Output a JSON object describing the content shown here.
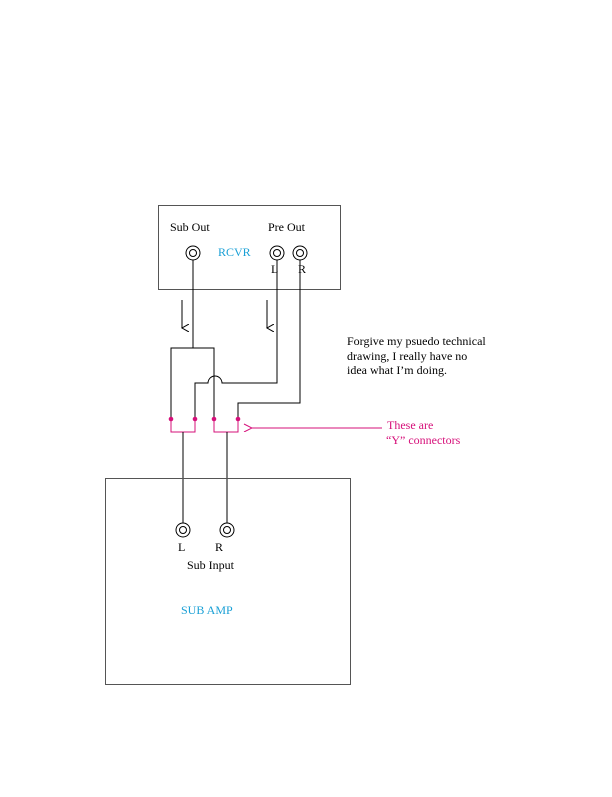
{
  "colors": {
    "line": "#000000",
    "label_blue": "#1aa0d6",
    "connector_pink": "#d6107a",
    "box_border": "#555555"
  },
  "receiver": {
    "name": "RCVR",
    "sub_out_label": "Sub Out",
    "pre_out_label": "Pre Out",
    "left_label": "L",
    "right_label": "R"
  },
  "sub_amp": {
    "name": "SUB AMP",
    "input_label": "Sub Input",
    "left_label": "L",
    "right_label": "R"
  },
  "note": {
    "lines": [
      "Forgive my psuedo technical",
      "drawing, I really have no",
      "idea what I’m doing."
    ]
  },
  "connectors_callout": {
    "lines": [
      "These are",
      "“Y” connectors"
    ]
  }
}
